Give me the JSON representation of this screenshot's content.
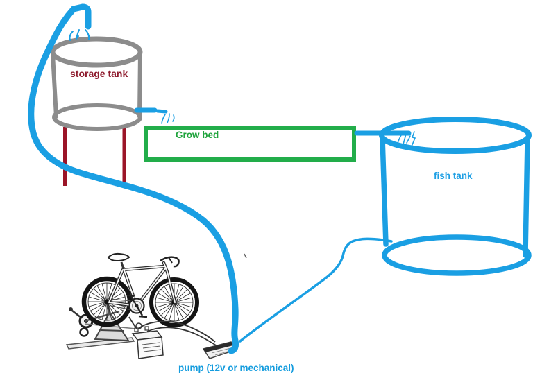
{
  "diagram": {
    "labels": {
      "storage_tank": "storage tank",
      "grow_bed": "Grow bed",
      "fish_tank": "fish tank",
      "pump": "pump (12v or mechanical)"
    },
    "nodes": [
      {
        "id": "storage-tank",
        "label": "storage tank",
        "shape": "gray cylinder on two dark-red legs",
        "label_color": "#8E1B2D"
      },
      {
        "id": "grow-bed",
        "label": "Grow bed",
        "shape": "green rectangle",
        "label_color": "#1FA33C"
      },
      {
        "id": "fish-tank",
        "label": "fish tank",
        "shape": "blue cylinder",
        "label_color": "#1E9FE4"
      },
      {
        "id": "pump",
        "label": "pump (12v or mechanical)",
        "shape": "small box illustration",
        "label_color": "#149CDE"
      },
      {
        "id": "bicycle-generator",
        "label": "",
        "shape": "bicycle on trainer stand with battery, black clip-art"
      }
    ],
    "connections": [
      {
        "from": "pump",
        "to": "storage-tank",
        "style": "thick blue hose, pours into tank with splash"
      },
      {
        "from": "storage-tank",
        "to": "grow-bed",
        "style": "short blue pipe with splash"
      },
      {
        "from": "grow-bed",
        "to": "fish-tank",
        "style": "blue pipe pouring into tank with splash"
      },
      {
        "from": "fish-tank",
        "to": "pump",
        "style": "thin blue hose"
      },
      {
        "from": "bicycle-generator",
        "to": "pump",
        "style": "two black wires via battery"
      }
    ],
    "colors": {
      "water_pipe_blue": "#1A9FE3",
      "storage_tank_gray": "#8C8C8C",
      "tank_leg_dark_red": "#9B1528",
      "storage_label_red": "#8E1B2D",
      "grow_bed_green": "#22AD4A",
      "fish_tank_blue": "#1A9FE3",
      "pump_label_blue": "#149CDE",
      "bicycle_black": "#1b1b1b",
      "background": "#ffffff"
    }
  }
}
